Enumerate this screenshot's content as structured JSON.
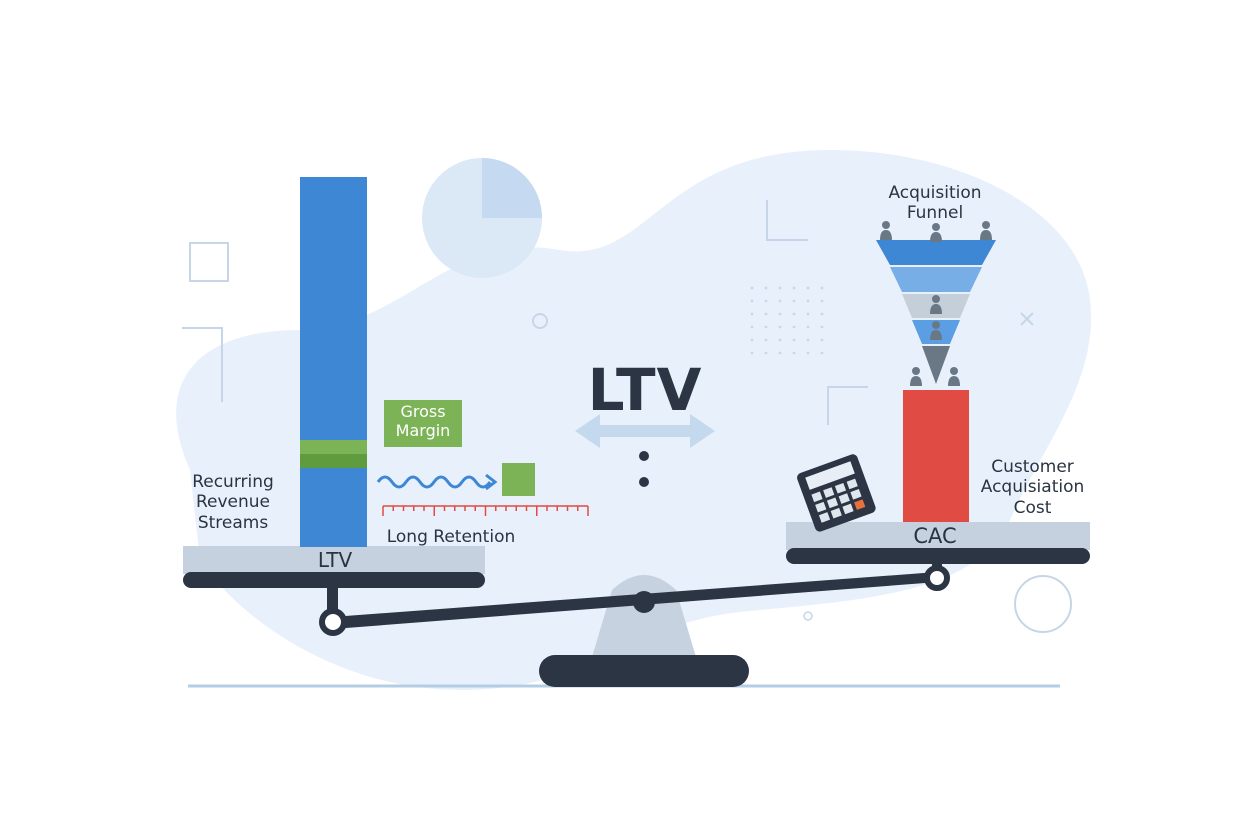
{
  "title": "LTV",
  "left_side": {
    "plate_label": "LTV",
    "revenue_label": "Recurring Revenue Streams",
    "margin_label": "Gross Margin",
    "retention_label": "Long Retention"
  },
  "right_side": {
    "plate_label": "CAC",
    "funnel_label": "Acquisition Funnel",
    "cost_label": "Customer Acquisiation Cost"
  },
  "colors": {
    "ltv_bar": "#3d87d4",
    "gross_margin": "#7cb356",
    "cac_bar": "#e04b43",
    "scale_dark": "#2b3543",
    "background_blob": "#e7f0fa"
  }
}
